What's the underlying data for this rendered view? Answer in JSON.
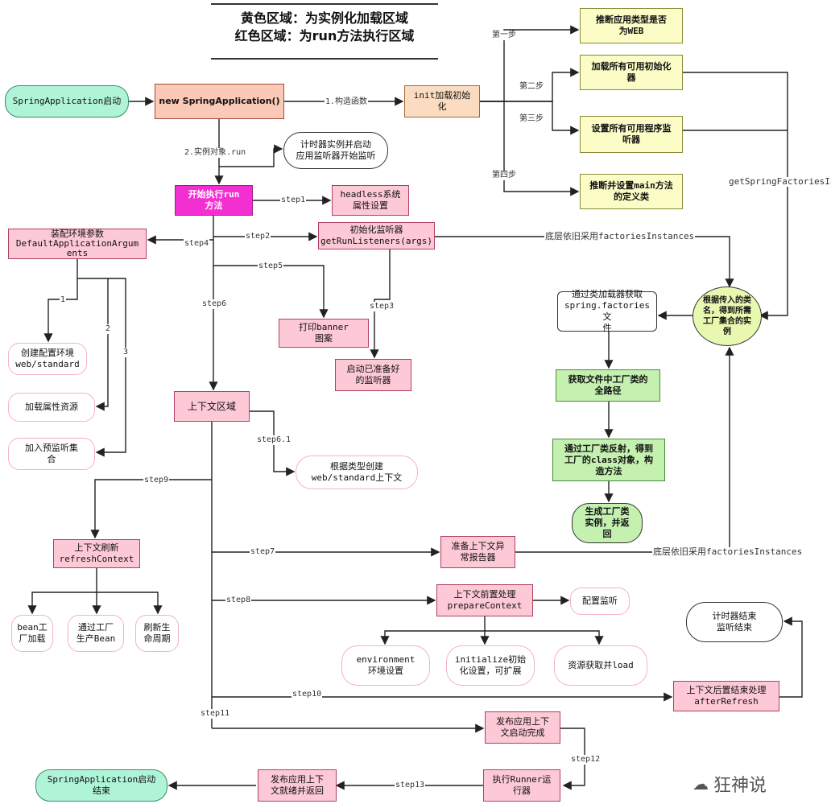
{
  "header": {
    "line1": "黄色区域：为实例化加载区域",
    "line2": "红色区域：为run方法执行区域"
  },
  "nodes": {
    "spring_start": "SpringApplication启动",
    "new_app": "new SpringApplication()",
    "init_load": "init加载初始\n化",
    "infer_web": "推断应用类型是否\n为WEB",
    "load_initializers": "加载所有可用初始化\n器",
    "set_listeners": "设置所有可用程序监\n听器",
    "infer_main": "推断并设置main方法\n的定义类",
    "timer_start": "计时器实例并启动\n应用监听器开始监听",
    "run_start": "开始执行run\n方法",
    "headless": "headless系统\n属性设置",
    "default_args": "装配环境参数\nDefaultApplicationArgum\nents",
    "run_listeners": "初始化监听器\ngetRunListeners(args)",
    "create_env": "创建配置环境\nweb/standard",
    "load_props": "加载属性资源",
    "add_listeners": "加入预监听集\n合",
    "print_banner": "打印banner\n图案",
    "start_listeners": "启动已准备好\n的监听器",
    "get_instances": "根据传入的类\n名，得到所需\n工厂集合的实\n例",
    "classloader_spring": "通过类加载器获取\nspring.factories文\n件",
    "factory_paths": "获取文件中工厂类的\n全路径",
    "reflect_factory": "通过工厂类反射，得到\n工厂的class对象，构\n造方法",
    "gen_factory": "生成工厂类\n实例，并返\n回",
    "context_area": "上下文区域",
    "create_context": "根据类型创建\nweb/standard上下文",
    "refresh_context": "上下文刷新\nrefreshContext",
    "bean_factory": "bean工\n厂加载",
    "factory_bean": "通过工厂\n生产Bean",
    "refresh_lifecycle": "刷新生\n命周期",
    "exception_reporter": "准备上下文异\n常报告器",
    "prepare_context": "上下文前置处理\nprepareContext",
    "config_listen": "配置监听",
    "env_set": "environment\n环境设置",
    "initialize_set": "initialize初始\n化设置，可扩展",
    "resource_load": "资源获取并load",
    "timer_end": "计时器结束\n监听结束",
    "after_refresh": "上下文后置结束处理\nafterRefresh",
    "publish_started": "发布应用上下\n文启动完成",
    "exec_runner": "执行Runner运\n行器",
    "publish_ready": "发布应用上下\n文就绪并返回",
    "spring_end": "SpringApplication启动\n结束"
  },
  "labels": {
    "constructor": "1.构造函数",
    "run_call": "2.实例对象.run",
    "step_first": "第一步",
    "step_second": "第二步",
    "step_third": "第三步",
    "step_fourth": "第四步",
    "get_spring_factories": "getSpringFactoriesIns",
    "step1": "step1",
    "step2": "step2",
    "step3": "step3",
    "step4": "step4",
    "step5": "step5",
    "step6": "step6",
    "step6_1": "step6.1",
    "step7": "step7",
    "step8": "step8",
    "step9": "step9",
    "step10": "step10",
    "step11": "step11",
    "step12": "step12",
    "step13": "step13",
    "num1": "1",
    "num2": "2",
    "num3": "3",
    "factories_instances_top": "底层依旧采用factoriesInstances",
    "factories_instances_bottom": "底层依旧采用factoriesInstances"
  },
  "watermark": "狂神说"
}
